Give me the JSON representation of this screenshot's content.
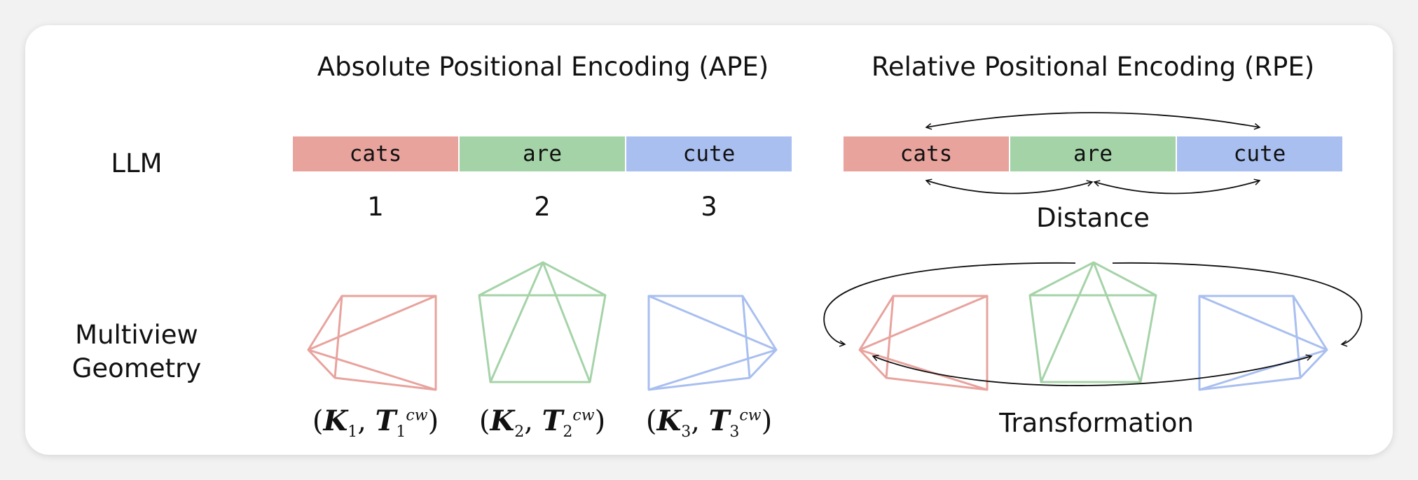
{
  "ape": {
    "title": "Absolute Positional Encoding (APE)"
  },
  "rpe": {
    "title": "Relative Positional Encoding (RPE)",
    "distance_label": "Distance",
    "transformation_label": "Transformation"
  },
  "rows": {
    "llm": "LLM",
    "geometry_line1": "Multiview",
    "geometry_line2": "Geometry"
  },
  "tokens": [
    {
      "text": "cats",
      "color": "#e8a39d"
    },
    {
      "text": "are",
      "color": "#a5d3a8"
    },
    {
      "text": "cute",
      "color": "#a9bff0"
    }
  ],
  "positions": [
    "1",
    "2",
    "3"
  ],
  "cameras": [
    {
      "K": "K",
      "T": "T",
      "index": "1",
      "sup": "cw"
    },
    {
      "K": "K",
      "T": "T",
      "index": "2",
      "sup": "cw"
    },
    {
      "K": "K",
      "T": "T",
      "index": "3",
      "sup": "cw"
    }
  ],
  "colors": {
    "red": "#e8a39d",
    "green": "#a5d3a8",
    "blue": "#a9bff0",
    "arrow": "#111111"
  }
}
